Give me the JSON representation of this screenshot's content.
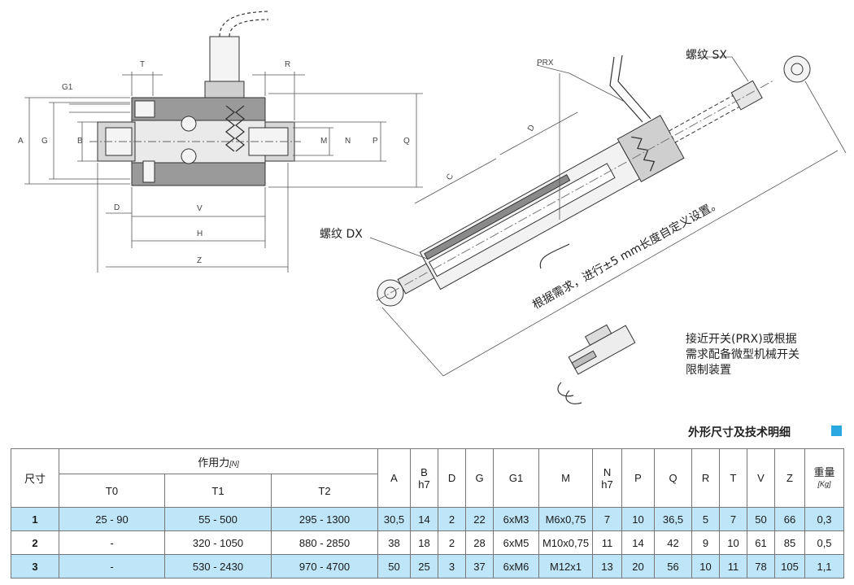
{
  "drawing": {
    "left_labels": {
      "A": "A",
      "G": "G",
      "B": "B",
      "G1": "G1",
      "T": "T",
      "R": "R",
      "M": "M",
      "N": "N",
      "P": "P",
      "Q": "Q",
      "D": "D",
      "V": "V",
      "H": "H",
      "Z": "Z"
    },
    "right_labels": {
      "prx": "PRX",
      "thread_sx": "螺纹 SX",
      "thread_dx": "螺纹 DX",
      "c": "C",
      "d": "D",
      "stroke_note": "根据需求，进行±5 mm长度自定义设置。"
    },
    "note_lines": [
      "接近开关(PRX)或根据",
      "需求配备微型机械开关",
      "限制装置"
    ]
  },
  "section": {
    "title": "外形尺寸及技术明细"
  },
  "table": {
    "header": {
      "size": "尺寸",
      "force": "作用力",
      "force_unit": "[N]",
      "t0": "T0",
      "t1": "T1",
      "t2": "T2",
      "a": "A",
      "b": "B",
      "b_tol": "h7",
      "d": "D",
      "g": "G",
      "g1": "G1",
      "m": "M",
      "n": "N",
      "n_tol": "h7",
      "p": "P",
      "q": "Q",
      "r": "R",
      "t": "T",
      "v": "V",
      "z": "Z",
      "weight": "重量",
      "weight_unit": "[Kg]"
    },
    "rows": [
      {
        "size": "1",
        "t0": "25 - 90",
        "t1": "55 - 500",
        "t2": "295 - 1300",
        "a": "30,5",
        "b": "14",
        "d": "2",
        "g": "22",
        "g1": "6xM3",
        "m": "M6x0,75",
        "n": "7",
        "p": "10",
        "q": "36,5",
        "r": "5",
        "t": "7",
        "v": "50",
        "z": "66",
        "weight": "0,3"
      },
      {
        "size": "2",
        "t0": "-",
        "t1": "320 - 1050",
        "t2": "880 - 2850",
        "a": "38",
        "b": "18",
        "d": "2",
        "g": "28",
        "g1": "6xM5",
        "m": "M10x0,75",
        "n": "11",
        "p": "14",
        "q": "42",
        "r": "9",
        "t": "10",
        "v": "61",
        "z": "85",
        "weight": "0,5"
      },
      {
        "size": "3",
        "t0": "-",
        "t1": "530 - 2430",
        "t2": "970 - 4700",
        "a": "50",
        "b": "25",
        "d": "3",
        "g": "37",
        "g1": "6xM6",
        "m": "M12x1",
        "n": "13",
        "p": "20",
        "q": "56",
        "r": "10",
        "t": "11",
        "v": "78",
        "z": "105",
        "weight": "1,1"
      }
    ]
  }
}
